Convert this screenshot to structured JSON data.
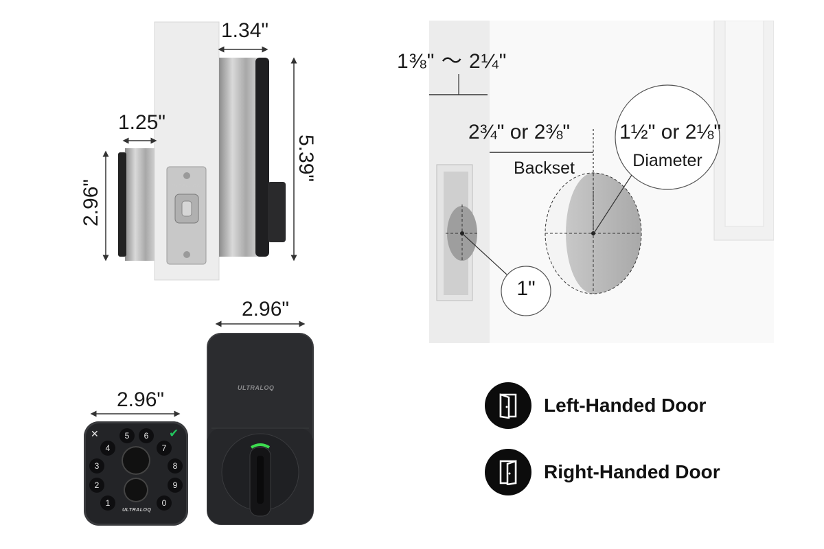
{
  "dimensions": {
    "top_width": "1.34\"",
    "side_width": "1.25\"",
    "height_right": "5.39\"",
    "height_left": "2.96\"",
    "front_width_large": "2.96\"",
    "front_width_small": "2.96\""
  },
  "door_diagram": {
    "edge_thickness": "1⅜\" ～ 2¼\"",
    "backset_values": "2¾\" or 2⅜\"",
    "backset_label": "Backset",
    "diameter_values": "1½\" or 2⅛\"",
    "diameter_label": "Diameter",
    "latch_hole": "1\""
  },
  "brand": "ULTRALOQ",
  "keypad": {
    "keys": [
      "5",
      "6",
      "4",
      "7",
      "3",
      "8",
      "2",
      "9",
      "1",
      "0"
    ],
    "check_color": "#22c55e"
  },
  "legend": [
    {
      "label": "Left-Handed Door",
      "icon": "left-door-icon"
    },
    {
      "label": "Right-Handed Door",
      "icon": "right-door-icon"
    }
  ],
  "colors": {
    "indicator": "#3ddc4f",
    "lock_body": "#2a2b2e",
    "door": "#f4f4f4"
  }
}
